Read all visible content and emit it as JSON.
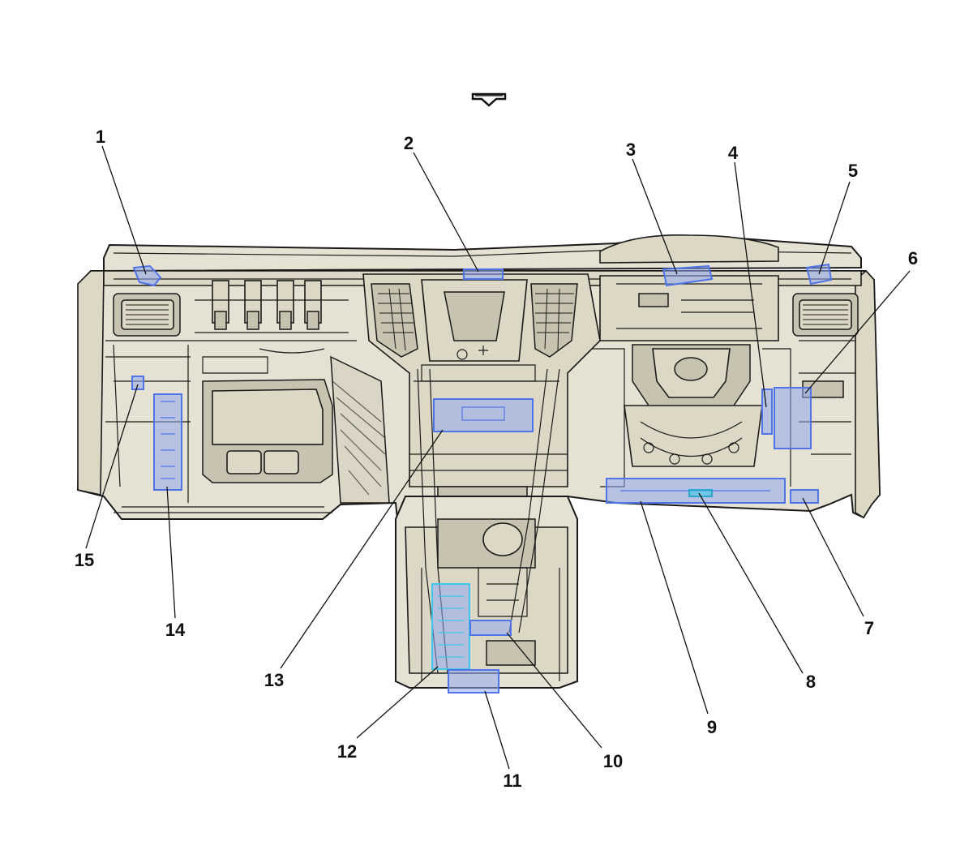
{
  "colors": {
    "background": "#FFFFFF",
    "dash_body": "#E6E2D3",
    "dash_panel": "#DDD8C6",
    "dash_shadow": "#C8C3B0",
    "outline": "#1A1A1A",
    "module_fill": "#8FA8F0",
    "module_stroke": "#4F74E8",
    "module_highlight": "#3CC8E8",
    "callout_text": "#111111"
  },
  "icons": {
    "forward_direction": "forward-arrow-icon"
  },
  "callouts": [
    {
      "number": "1"
    },
    {
      "number": "2"
    },
    {
      "number": "3"
    },
    {
      "number": "4"
    },
    {
      "number": "5"
    },
    {
      "number": "6"
    },
    {
      "number": "7"
    },
    {
      "number": "8"
    },
    {
      "number": "9"
    },
    {
      "number": "10"
    },
    {
      "number": "11"
    },
    {
      "number": "12"
    },
    {
      "number": "13"
    },
    {
      "number": "14"
    },
    {
      "number": "15"
    }
  ]
}
